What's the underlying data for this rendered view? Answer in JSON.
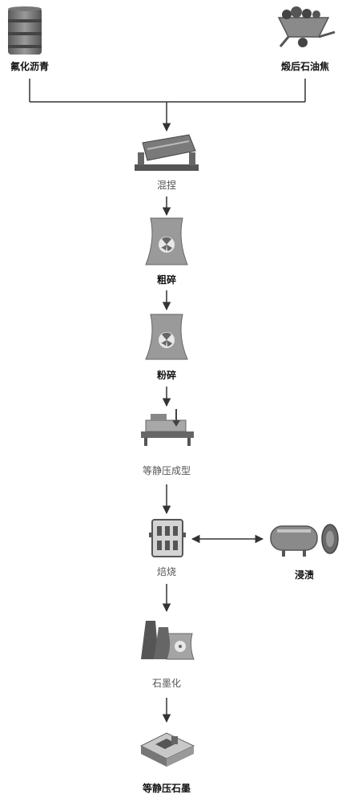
{
  "nodes": {
    "fluorinated_pitch": "氟化沥青",
    "calcined_coke": "煅后石油焦",
    "kneading": "混捏",
    "coarse_crushing": "粗碎",
    "grinding": "粉碎",
    "isostatic_pressing": "等静压成型",
    "roasting": "焙烧",
    "impregnation": "浸渍",
    "graphitization": "石墨化",
    "isostatic_graphite": "等静压石墨"
  },
  "colors": {
    "stroke": "#333333",
    "icon_dark": "#6b6b6b",
    "icon_light": "#b8b8b8"
  }
}
